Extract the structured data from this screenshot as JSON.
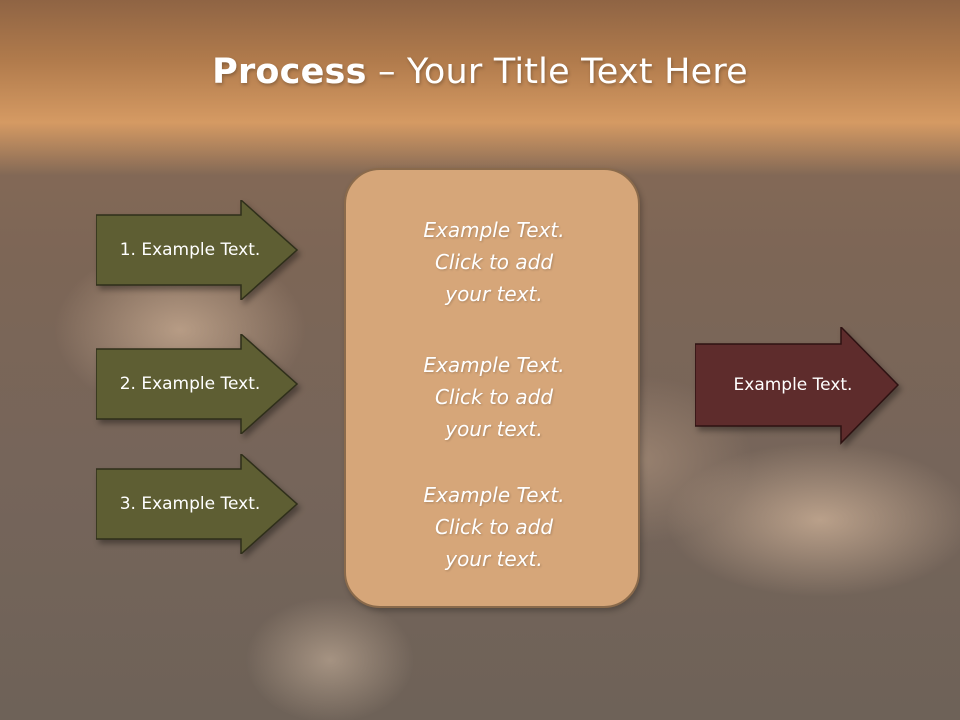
{
  "title": {
    "bold": "Process",
    "rest": " – Your Title Text Here"
  },
  "left_arrows": [
    {
      "label": "1. Example Text."
    },
    {
      "label": "2. Example Text."
    },
    {
      "label": "3. Example Text."
    }
  ],
  "center_panel": {
    "blocks": [
      {
        "line1": "Example Text.",
        "line2": "Click  to add",
        "line3": "your text."
      },
      {
        "line1": "Example Text.",
        "line2": "Click  to add",
        "line3": "your text."
      },
      {
        "line1": "Example Text.",
        "line2": "Click  to add",
        "line3": "your text."
      }
    ]
  },
  "right_arrow": {
    "label": "Example Text."
  },
  "colors": {
    "left_arrow_fill": "#5e5e33",
    "right_arrow_fill": "#5e2c2c",
    "panel_fill": "#d6a679",
    "banner": "#c88a55"
  }
}
